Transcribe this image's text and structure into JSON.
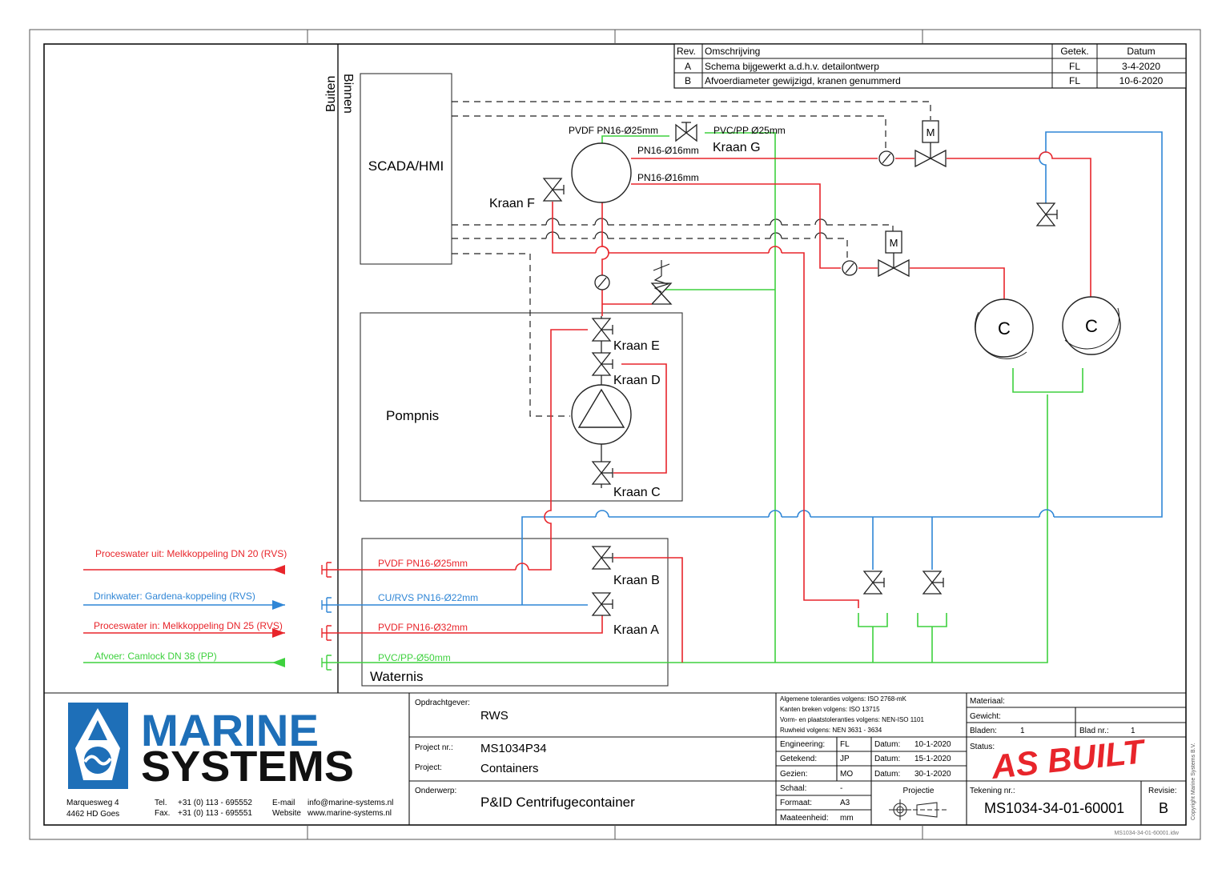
{
  "revisions": {
    "headers": {
      "rev": "Rev.",
      "desc": "Omschrijving",
      "by": "Getek.",
      "date": "Datum"
    },
    "rows": [
      {
        "rev": "A",
        "desc": "Schema bijgewerkt a.d.h.v. detailontwerp",
        "by": "FL",
        "date": "3-4-2020"
      },
      {
        "rev": "B",
        "desc": "Afvoerdiameter gewijzigd, kranen genummerd",
        "by": "FL",
        "date": "10-6-2020"
      }
    ]
  },
  "zones": {
    "outside": "Buiten",
    "inside": "Binnen",
    "scada": "SCADA/HMI",
    "pump_niche": "Pompnis",
    "water_niche": "Waternis"
  },
  "pipes": {
    "pvdf_25_top": "PVDF PN16-Ø25mm",
    "pvc_25_top": "PVC/PP Ø25mm",
    "pn16_16_a": "PN16-Ø16mm",
    "pn16_16_b": "PN16-Ø16mm",
    "pvdf_25": "PVDF PN16-Ø25mm",
    "cu_22": "CU/RVS PN16-Ø22mm",
    "pvdf_32": "PVDF PN16-Ø32mm",
    "pvc_50": "PVC/PP-Ø50mm"
  },
  "valves": {
    "a": "Kraan A",
    "b": "Kraan B",
    "c": "Kraan C",
    "d": "Kraan D",
    "e": "Kraan E",
    "f": "Kraan F",
    "g": "Kraan G"
  },
  "motor_label": "M",
  "centrifuge_label": "C",
  "connections": {
    "process_out": "Proceswater uit: Melkkoppeling DN 20 (RVS)",
    "drinking": "Drinkwater: Gardena-koppeling (RVS)",
    "process_in": "Proceswater in: Melkkoppeling DN 25 (RVS)",
    "drain": "Afvoer: Camlock DN 38 (PP)"
  },
  "colors": {
    "process": "#e8252b",
    "drinking": "#2f86d6",
    "drain": "#3ed13e",
    "signal": "#222222",
    "brand_blue": "#1e6fb8",
    "status_red": "#e8252b"
  },
  "company": {
    "name_line1": "MARINE",
    "name_line2": "SYSTEMS",
    "street": "Marquesweg 4",
    "city": "4462 HD Goes",
    "tel_label": "Tel.",
    "tel": "+31 (0) 113 - 695552",
    "fax_label": "Fax.",
    "fax": "+31 (0) 113 - 695551",
    "email_label": "E-mail",
    "email": "info@marine-systems.nl",
    "web_label": "Website",
    "web": "www.marine-systems.nl"
  },
  "title_block": {
    "client_label": "Opdrachtgever:",
    "client": "RWS",
    "project_nr_label": "Project nr.:",
    "project_nr": "MS1034P34",
    "project_label": "Project:",
    "project": "Containers",
    "subject_label": "Onderwerp:",
    "subject": "P&ID Centrifugecontainer",
    "tolerances": [
      "Algemene toleranties volgens: ISO 2768-mK",
      "Kanten breken volgens: ISO 13715",
      "Vorm- en plaatstoleranties volgens: NEN-ISO 1101",
      "Ruwheid volgens: NEN 3631 - 3634"
    ],
    "engineering_label": "Engineering:",
    "engineering": "FL",
    "drawn_label": "Getekend:",
    "drawn": "JP",
    "seen_label": "Gezien:",
    "seen": "MO",
    "date_label": "Datum:",
    "date_eng": "10-1-2020",
    "date_drawn": "15-1-2020",
    "date_seen": "30-1-2020",
    "scale_label": "Schaal:",
    "scale": "-",
    "format_label": "Formaat:",
    "format": "A3",
    "unit_label": "Maateenheid:",
    "unit": "mm",
    "projection_label": "Projectie",
    "material_label": "Materiaal:",
    "weight_label": "Gewicht:",
    "sheets_label": "Bladen:",
    "sheets": "1",
    "sheet_nr_label": "Blad nr.:",
    "sheet_nr": "1",
    "status_label": "Status:",
    "status": "AS BUILT",
    "drawing_nr_label": "Tekening nr.:",
    "drawing_nr": "MS1034-34-01-60001",
    "revision_label": "Revisie:",
    "revision": "B",
    "copyright": "Copyright Marine Systems B.V.",
    "filename": "MS1034-34-01-60001.idw"
  }
}
